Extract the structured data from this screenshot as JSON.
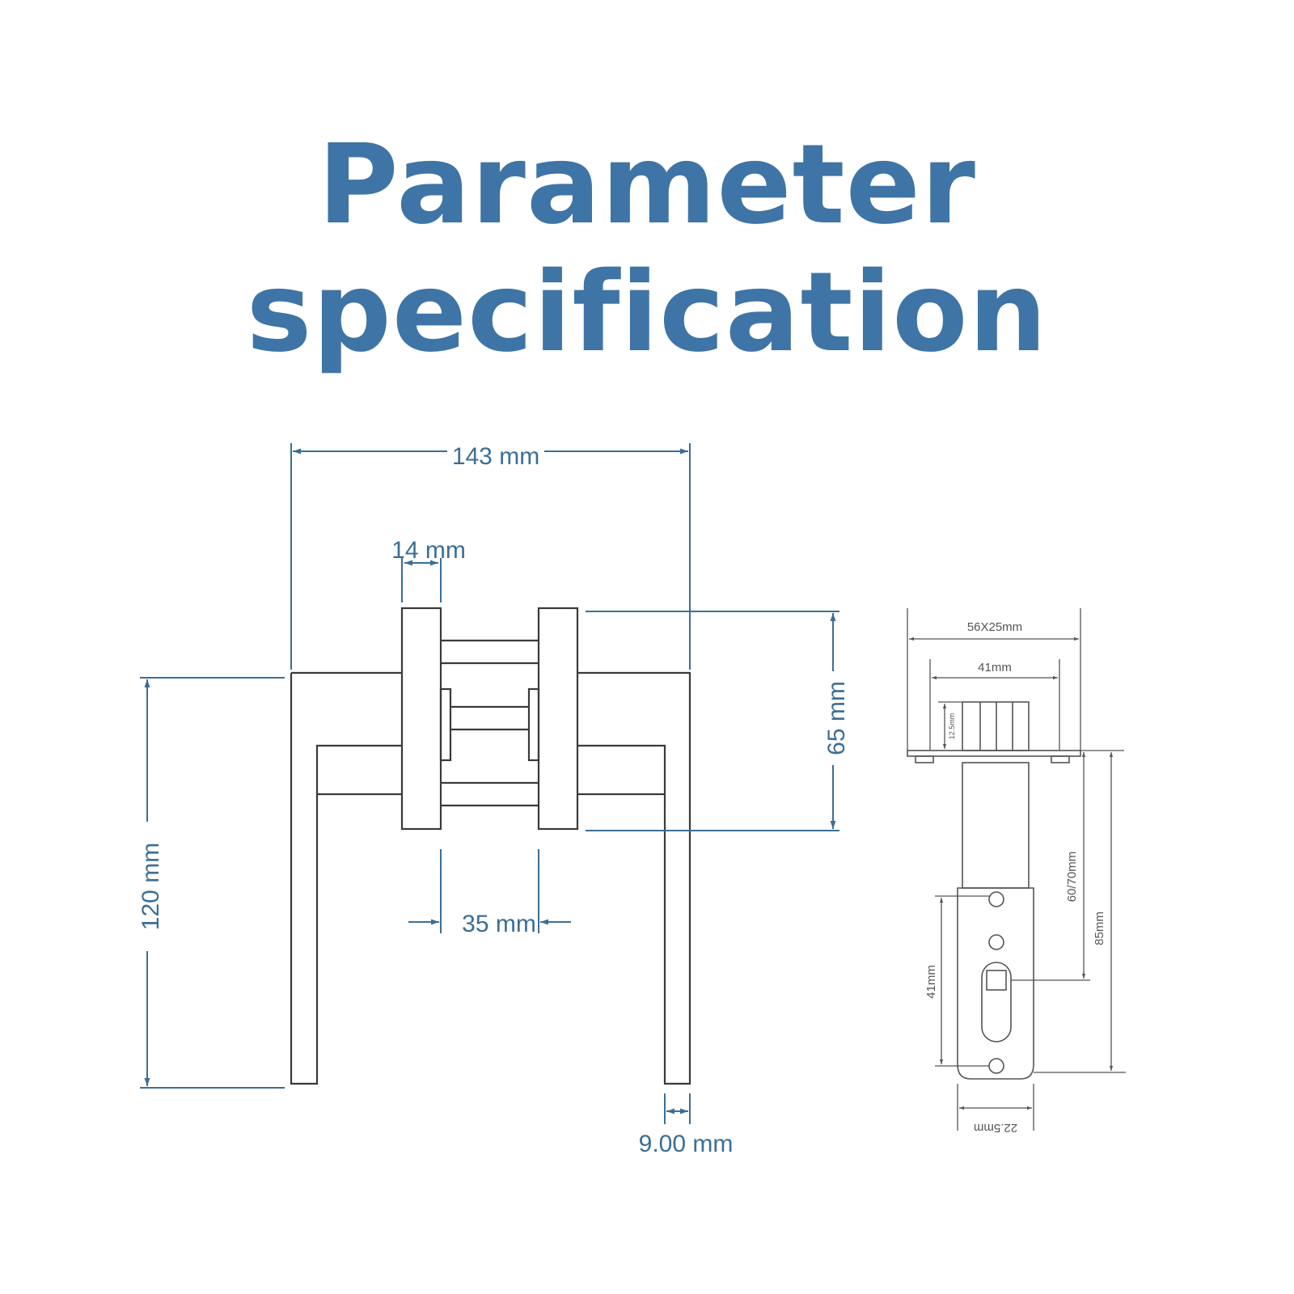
{
  "title": "Parameter specification",
  "colors": {
    "title": "#3f74a6",
    "dimension": "#3b6e96",
    "outline": "#3a3a3a",
    "latch": "#555555"
  },
  "lever": {
    "overall_width": "143 mm",
    "rose_width": "14 mm",
    "rose_height": "65 mm",
    "height": "120 mm",
    "rose_gap": "35 mm",
    "lever_thickness": "9.00 mm"
  },
  "latch": {
    "faceplate": "56X25mm",
    "plate_width": "41mm",
    "tongue_depth": "12.5mm",
    "backset": "60/70mm",
    "overall_length": "85mm",
    "hole_spacing": "41mm",
    "body_width": "22.5mm"
  }
}
